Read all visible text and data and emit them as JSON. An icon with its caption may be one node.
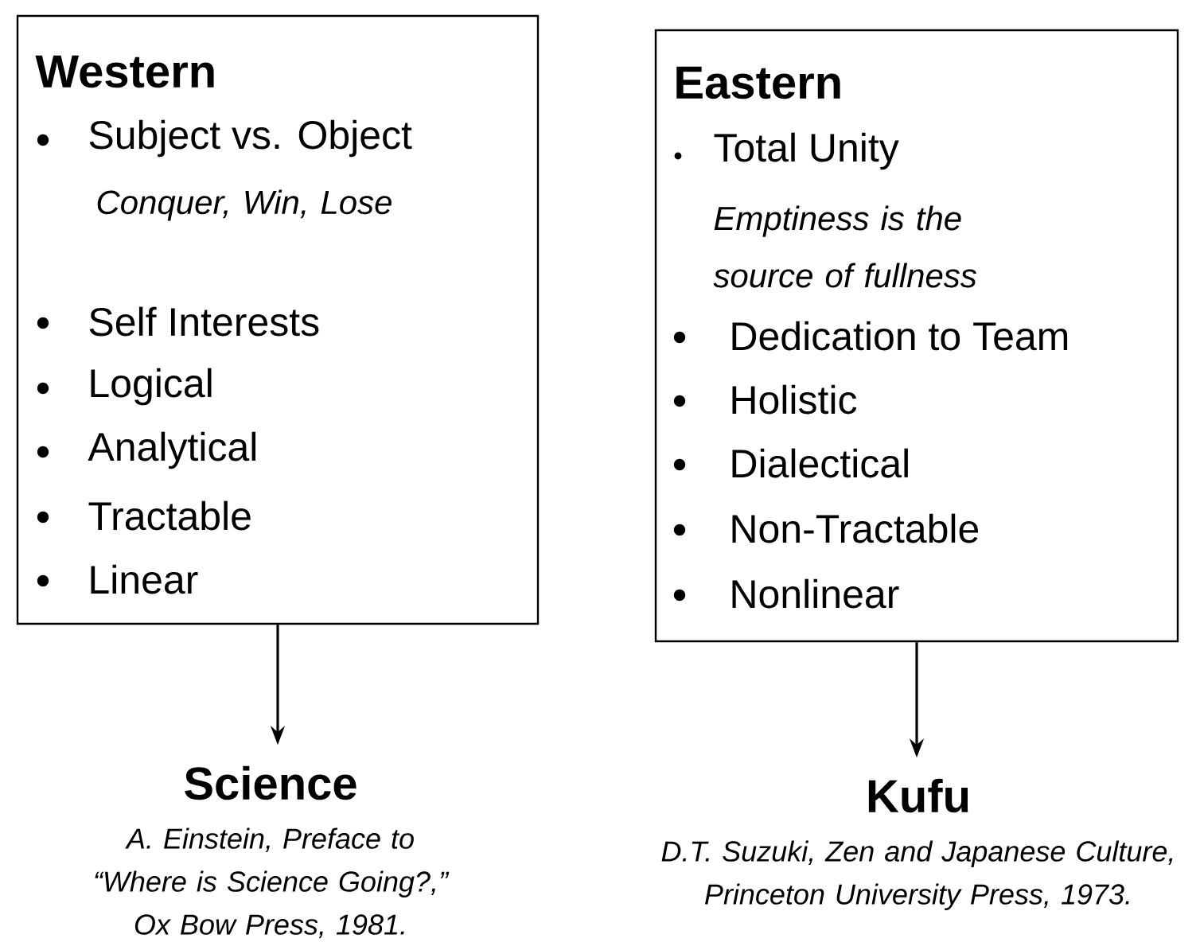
{
  "diagram": {
    "nodes": [
      {
        "text": [
          "Western",
          "Subject vs. Object",
          "Conquer, Win, Lose",
          "Self Interests",
          "Logical",
          "Analytical",
          "Tractable",
          "Linear"
        ]
      },
      {
        "text": [
          "Eastern",
          "Total Unity",
          "Emptiness is the source of fullness",
          "Dedication to Team",
          "Holistic",
          "Dialectical",
          "Non-Tractable",
          "Nonlinear"
        ]
      },
      {
        "text": [
          "Science"
        ],
        "beside": [
          "A. Einstein, Preface to “Where is Science Going?,” Ox Bow Press, 1981."
        ]
      },
      {
        "text": [
          "Kufu"
        ],
        "beside": [
          "D.T. Suzuki, Zen and Japanese Culture, Princeton University Press, 1973."
        ]
      }
    ],
    "edges": [
      {
        "from": 0,
        "to": 2,
        "arrow": "to"
      },
      {
        "from": 1,
        "to": 3,
        "arrow": "to"
      }
    ]
  }
}
